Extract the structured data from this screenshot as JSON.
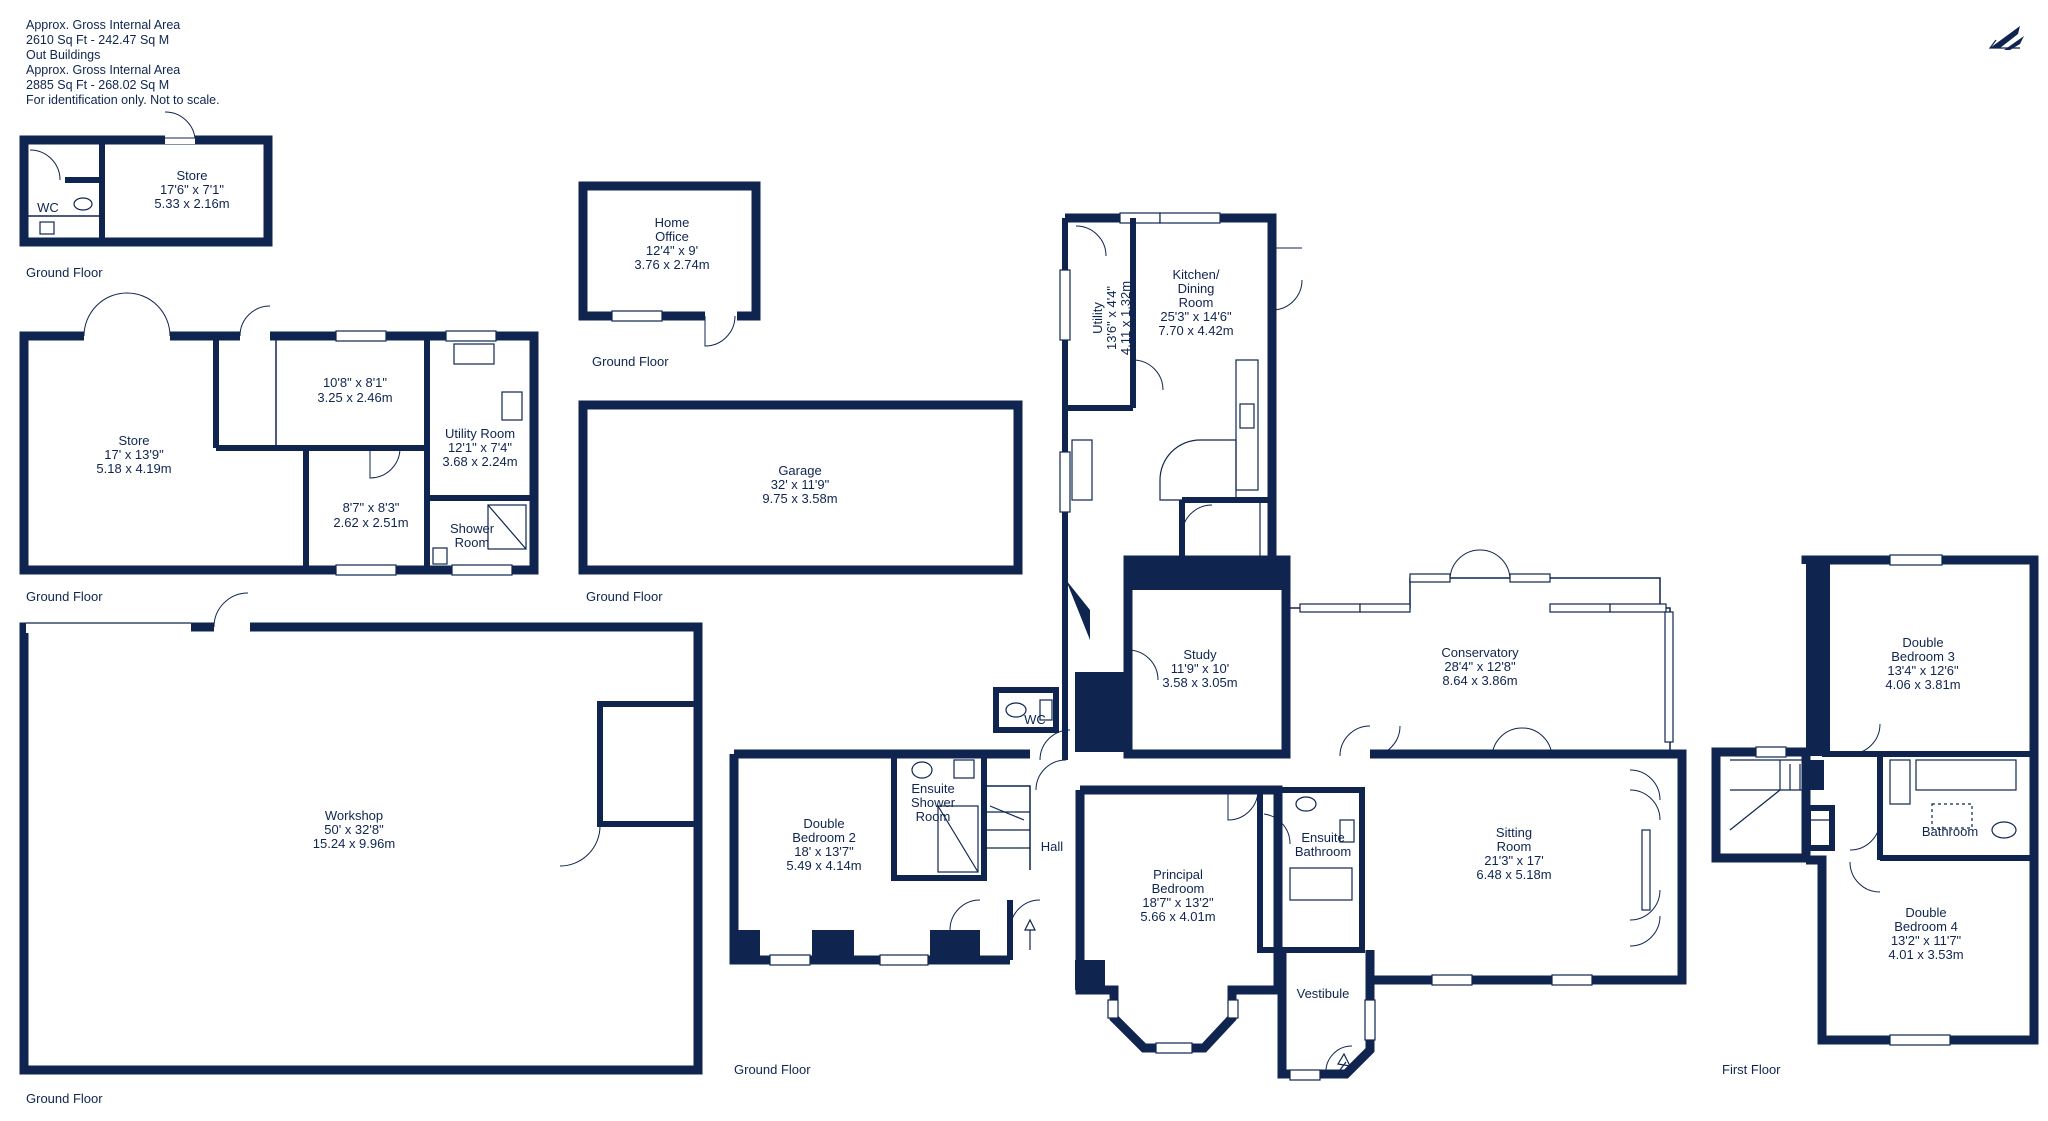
{
  "header": {
    "line1": "Approx. Gross Internal Area",
    "line2": "2610 Sq Ft  -  242.47 Sq M",
    "line3": "Out Buildings",
    "line4": "Approx. Gross Internal Area",
    "line5": "2885 Sq Ft  -  268.02 Sq M",
    "line6": "For identification only. Not to scale."
  },
  "logo": {
    "icon": "brand-mark-icon"
  },
  "rooms": {
    "store_small": {
      "name": "Store",
      "imperial": "17'6\" x 7'1\"",
      "metric": "5.33 x 2.16m"
    },
    "wc_outbuilding": {
      "name": "WC"
    },
    "home_office": {
      "name1": "Home",
      "name2": "Office",
      "imperial": "12'4\" x 9'",
      "metric": "3.76 x 2.74m"
    },
    "store_large": {
      "name": "Store",
      "imperial": "17' x 13'9\"",
      "metric": "5.18 x 4.19m"
    },
    "room_10x8": {
      "imperial": "10'8\" x 8'1\"",
      "metric": "3.25 x 2.46m"
    },
    "room_8x8": {
      "imperial": "8'7\" x 8'3\"",
      "metric": "2.62 x 2.51m"
    },
    "utility_room_out": {
      "name": "Utility Room",
      "imperial": "12'1\" x 7'4\"",
      "metric": "3.68 x 2.24m"
    },
    "shower_room_out": {
      "name1": "Shower",
      "name2": "Room"
    },
    "garage": {
      "name": "Garage",
      "imperial": "32' x 11'9\"",
      "metric": "9.75 x 3.58m"
    },
    "workshop": {
      "name": "Workshop",
      "imperial": "50' x 32'8\"",
      "metric": "15.24 x 9.96m"
    },
    "utility": {
      "name": "Utility",
      "imperial": "13'6\" x 4'4\"",
      "metric": "4.11 x 1.32m"
    },
    "kitchen": {
      "name1": "Kitchen/",
      "name2": "Dining",
      "name3": "Room",
      "imperial": "25'3\" x 14'6\"",
      "metric": "7.70 x 4.42m"
    },
    "study": {
      "name": "Study",
      "imperial": "11'9\" x 10'",
      "metric": "3.58 x 3.05m"
    },
    "conservatory": {
      "name": "Conservatory",
      "imperial": "28'4\" x 12'8\"",
      "metric": "8.64 x 3.86m"
    },
    "wc_main": {
      "name": "WC"
    },
    "double_bedroom_2": {
      "name1": "Double",
      "name2": "Bedroom 2",
      "imperial": "18' x 13'7\"",
      "metric": "5.49 x 4.14m"
    },
    "ensuite_shower": {
      "name1": "Ensuite",
      "name2": "Shower",
      "name3": "Room"
    },
    "hall": {
      "name": "Hall"
    },
    "principal_bedroom": {
      "name1": "Principal",
      "name2": "Bedroom",
      "imperial": "18'7\" x 13'2\"",
      "metric": "5.66 x 4.01m"
    },
    "ensuite_bathroom": {
      "name1": "Ensuite",
      "name2": "Bathroom"
    },
    "sitting_room": {
      "name1": "Sitting",
      "name2": "Room",
      "imperial": "21'3\" x 17'",
      "metric": "6.48 x 5.18m"
    },
    "vestibule": {
      "name": "Vestibule"
    },
    "double_bedroom_3": {
      "name1": "Double",
      "name2": "Bedroom 3",
      "imperial": "13'4\" x 12'6\"",
      "metric": "4.06 x 3.81m"
    },
    "bathroom": {
      "name": "Bathroom"
    },
    "double_bedroom_4": {
      "name1": "Double",
      "name2": "Bedroom 4",
      "imperial": "13'2\" x 11'7\"",
      "metric": "4.01 x 3.53m"
    }
  },
  "floors": {
    "ground_floor": "Ground Floor",
    "first_floor": "First Floor"
  }
}
